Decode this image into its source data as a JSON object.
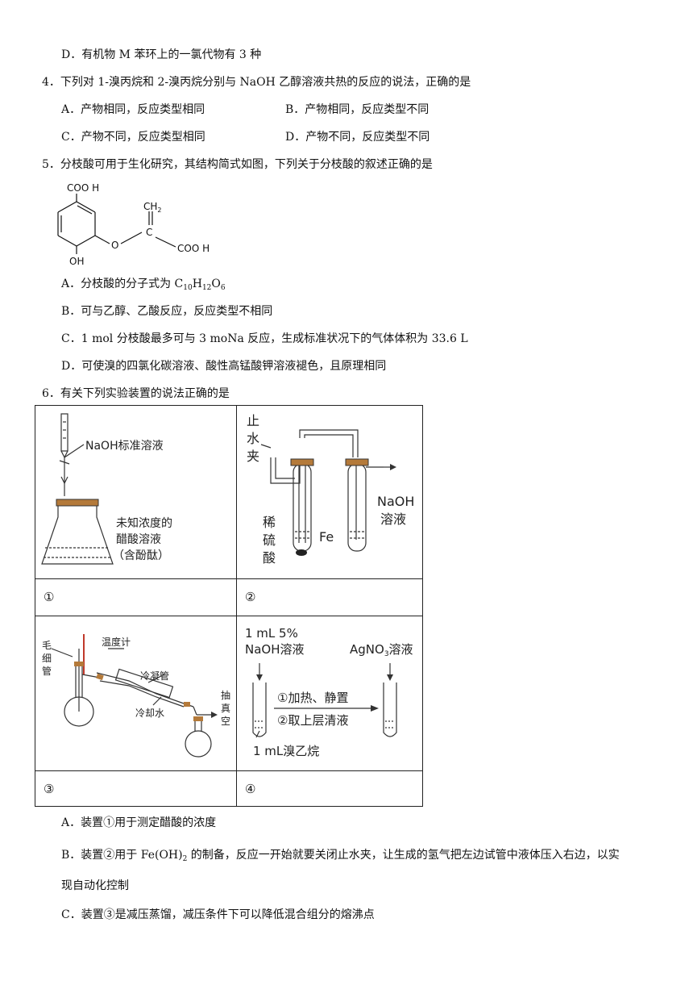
{
  "q3": {
    "optD": "D．有机物 M 苯环上的一氯代物有 3 种"
  },
  "q4": {
    "stem": "4．下列对 1-溴丙烷和 2-溴丙烷分别与 NaOH 乙醇溶液共热的反应的说法，正确的是",
    "optA": "A．产物相同，反应类型相同",
    "optB": "B．产物相同，反应类型不同",
    "optC": "C．产物不同，反应类型相同",
    "optD": "D．产物不同，反应类型不同"
  },
  "q5": {
    "stem": "5．分枝酸可用于生化研究，其结构简式如图，下列关于分枝酸的叙述正确的是",
    "structure": {
      "cooh_top": "COO H",
      "ch2": "CH",
      "ch2_sub": "2",
      "c": "C",
      "cooh_right": "COO H",
      "o": "O",
      "oh": "OH"
    },
    "optA_pre": "A．分枝酸的分子式为 C",
    "optA_f1": "10",
    "optA_h": "H",
    "optA_f2": "12",
    "optA_o": "O",
    "optA_f3": "6",
    "optB": "B．可与乙醇、乙酸反应，反应类型不相同",
    "optC": "C．1 mol 分枝酸最多可与 3 moNa 反应，生成标准状况下的气体体积为 33.6 L",
    "optD": "D．可使溴的四氯化碳溶液、酸性高锰酸钾溶液褪色，且原理相同"
  },
  "q6": {
    "stem": "6．有关下列实验装置的说法正确的是",
    "cell1": {
      "num": "①",
      "naoh": "NaOH标准溶液",
      "unknown1": "未知浓度的",
      "unknown2": "醋酸溶液",
      "unknown3": "（含酚酞）"
    },
    "cell2": {
      "num": "②",
      "clamp1": "止",
      "clamp2": "水",
      "clamp3": "夹",
      "naoh1": "NaOH",
      "naoh2": "溶液",
      "acid1": "稀",
      "acid2": "硫",
      "acid3": "酸",
      "fe": "Fe"
    },
    "cell3": {
      "num": "③",
      "cap1": "毛",
      "cap2": "细",
      "cap3": "管",
      "thermo": "温度计",
      "condenser": "冷凝管",
      "water": "冷却水",
      "vac1": "抽",
      "vac2": "真",
      "vac3": "空"
    },
    "cell4": {
      "num": "④",
      "naoh_amt": "1 mL 5%",
      "naoh_sol": "NaOH溶液",
      "agno3": "AgNO",
      "agno3_sub": "3",
      "agno3_sol": "溶液",
      "step1": "①加热、静置",
      "step2": "②取上层清液",
      "ethyl": "1 mL溴乙烷"
    },
    "optA": "A．装置①用于测定醋酸的浓度",
    "optB_pre": "B．装置②用于 ",
    "optB_fe": "Fe",
    "optB_oh": "(OH)",
    "optB_sub": "2",
    "optB_post": " 的制备，反应一开始就要关闭止水夹，让生成的氢气把左边试管中液体压入右边，以实",
    "optB_line2": "现自动化控制",
    "optC": "C．装置③是减压蒸馏，减压条件下可以降低混合组分的熔沸点"
  }
}
